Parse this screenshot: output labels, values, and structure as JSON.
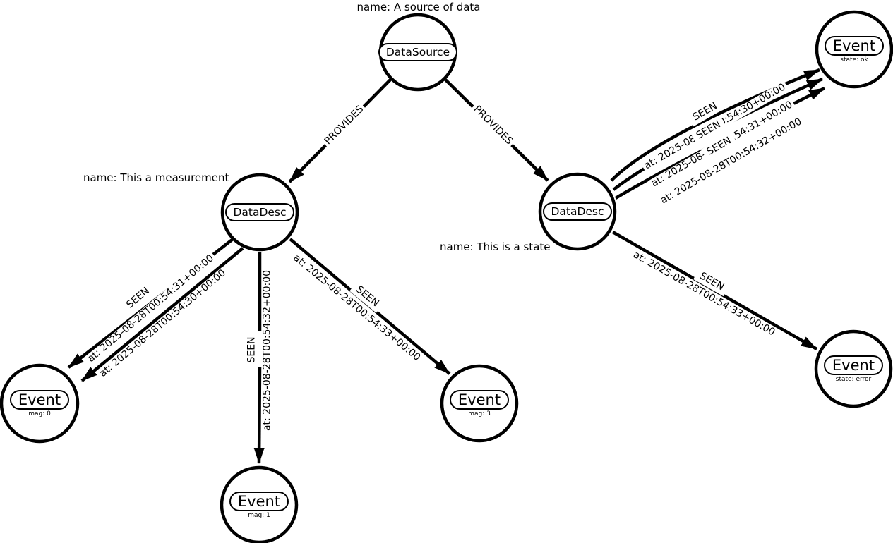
{
  "diagram": {
    "type": "graph",
    "background": "#ffffff",
    "stroke_color": "#000000",
    "nodes": {
      "datasource": {
        "label": "DataSource",
        "caption": "name: A source of data"
      },
      "datadesc_measure": {
        "label": "DataDesc",
        "caption": "name: This a measurement"
      },
      "datadesc_state": {
        "label": "DataDesc",
        "caption": "name: This is a state"
      },
      "event_mag0": {
        "label": "Event",
        "sublabel": "mag: 0"
      },
      "event_mag1": {
        "label": "Event",
        "sublabel": "mag: 1"
      },
      "event_mag3": {
        "label": "Event",
        "sublabel": "mag: 3"
      },
      "event_state_ok": {
        "label": "Event",
        "sublabel": "state: ok"
      },
      "event_state_error": {
        "label": "Event",
        "sublabel": "state: error"
      }
    },
    "edge_labels": {
      "provides": "PROVIDES",
      "seen": "SEEN",
      "at_0": "at: 2025-08-28T00:54:30+00:00",
      "at_1": "at: 2025-08-28T00:54:31+00:00",
      "at_2": "at: 2025-08-28T00:54:32+00:00",
      "at_3": "at: 2025-08-28T00:54:33+00:00"
    }
  }
}
